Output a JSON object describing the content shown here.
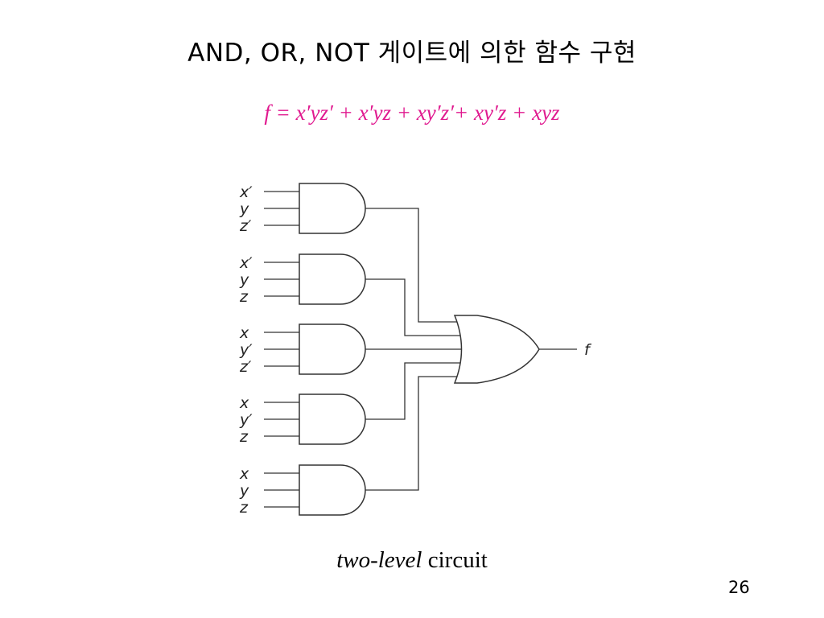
{
  "title": "AND, OR, NOT 게이트에 의한 함수 구현",
  "formula": {
    "text": "f = x′yz′ + x′yz + xy′z′+ xy′z + xyz",
    "color": "#e0198f"
  },
  "diagram": {
    "and_gates": [
      {
        "inputs": [
          "x′",
          "y",
          "z′"
        ]
      },
      {
        "inputs": [
          "x′",
          "y",
          "z"
        ]
      },
      {
        "inputs": [
          "x",
          "y′",
          "z′"
        ]
      },
      {
        "inputs": [
          "x",
          "y′",
          "z"
        ]
      },
      {
        "inputs": [
          "x",
          "y",
          "z"
        ]
      }
    ],
    "output_label": "f"
  },
  "caption": {
    "italic": "two-level",
    "rest": " circuit"
  },
  "page_number": "26"
}
